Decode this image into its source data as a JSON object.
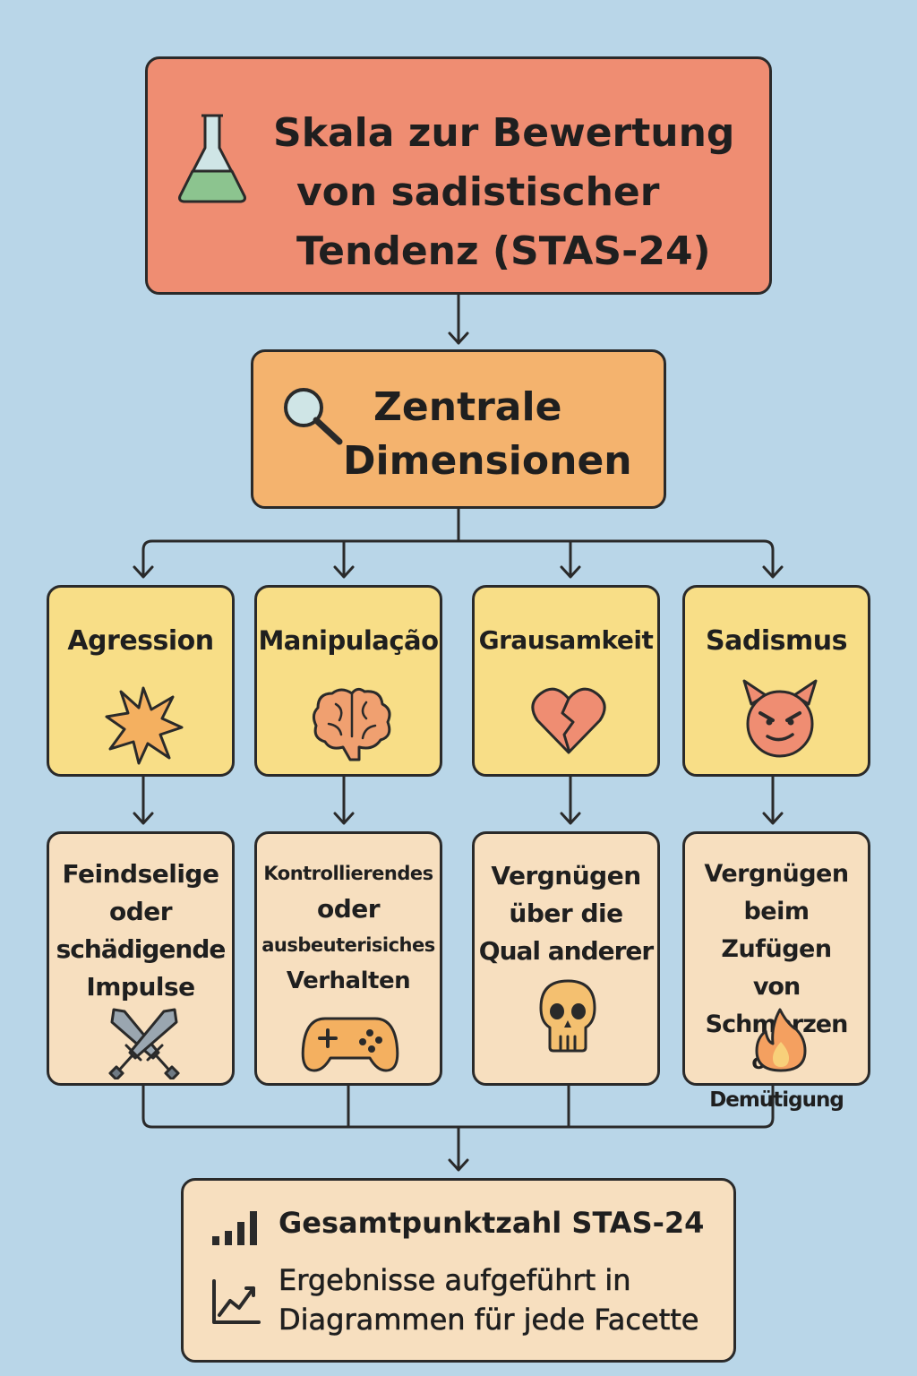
{
  "title": {
    "line1": "Skala zur Bewertung",
    "line2": "von sadistischer",
    "line3": "Tendenz (STAS-24)"
  },
  "dimensions": {
    "line1": "Zentrale",
    "line2": "Dimensionen"
  },
  "categories": [
    {
      "label": "Agression",
      "icon": "starburst-icon"
    },
    {
      "label": "Manipulação",
      "icon": "brain-icon"
    },
    {
      "label": "Grausamkeit",
      "icon": "broken-heart-icon"
    },
    {
      "label": "Sadismus",
      "icon": "devil-face-icon"
    }
  ],
  "descriptions": [
    {
      "lines": [
        "Feindselige",
        "oder",
        "schädigende",
        "Impulse"
      ],
      "icon": "crossed-swords-icon"
    },
    {
      "lines": [
        "Kontrollierendes",
        "oder",
        "ausbeuterisiches",
        "Verhalten"
      ],
      "icon": "gamepad-icon"
    },
    {
      "lines": [
        "Vergnügen",
        "über die",
        "Qual anderer"
      ],
      "icon": "skull-icon"
    },
    {
      "lines": [
        "Vergnügen",
        "beim Zufügen",
        "von Schmerzen",
        "oder Demütigung"
      ],
      "icon": "flame-icon"
    }
  ],
  "summary": {
    "total": "Gesamtpunktzahl STAS-24",
    "results_line1": "Ergebnisse aufgeführt in",
    "results_line2": "Diagrammen für jede Facette"
  },
  "colors": {
    "background": "#b9d6e8",
    "title_box": "#ef8d72",
    "dimension_box": "#f4b36e",
    "category_box": "#f8de87",
    "description_box": "#f7dfbf"
  }
}
